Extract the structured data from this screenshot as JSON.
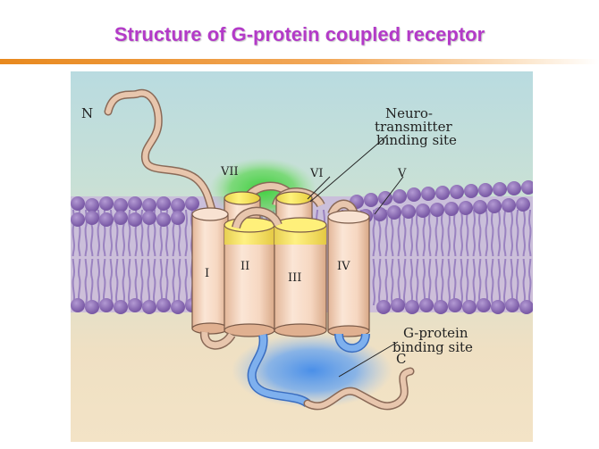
{
  "slide": {
    "title": "Structure of G-protein coupled receptor"
  },
  "figure": {
    "n_terminus": "N",
    "c_terminus": "C",
    "helices": [
      "I",
      "II",
      "III",
      "IV",
      "V",
      "VI",
      "VII"
    ],
    "annotations": {
      "neurotransmitter_line1": "Neuro-",
      "neurotransmitter_line2": "transmitter",
      "neurotransmitter_line3": "binding site",
      "gprotein_line1": "G-protein",
      "gprotein_line2": "binding site"
    }
  }
}
